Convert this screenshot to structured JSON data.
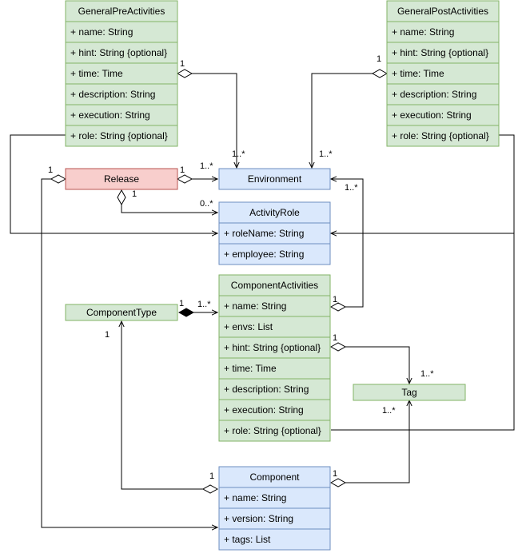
{
  "colors": {
    "green_fill": "#d5e8d4",
    "green_stroke": "#82b366",
    "blue_fill": "#dae8fc",
    "blue_stroke": "#6c8ebf",
    "red_fill": "#f8cecc",
    "red_stroke": "#b85450",
    "line": "#000000"
  },
  "classes": {
    "general_pre_activities": {
      "name": "GeneralPreActivities",
      "attributes": [
        "+ name: String",
        "+ hint: String {optional}",
        "+ time: Time",
        "+ description: String",
        "+ execution: String",
        "+ role: String {optional}"
      ]
    },
    "general_post_activities": {
      "name": "GeneralPostActivities",
      "attributes": [
        "+ name: String",
        "+ hint: String {optional}",
        "+ time: Time",
        "+ description: String",
        "+ execution: String",
        "+ role: String {optional}"
      ]
    },
    "release": {
      "name": "Release",
      "attributes": []
    },
    "environment": {
      "name": "Environment",
      "attributes": []
    },
    "activity_role": {
      "name": "ActivityRole",
      "attributes": [
        "+ roleName: String",
        "+ employee: String"
      ]
    },
    "component_activities": {
      "name": "ComponentActivities",
      "attributes": [
        "+ name: String",
        "+ envs: List",
        "+ hint: String {optional}",
        "+ time: Time",
        "+ description: String",
        "+ execution: String",
        "+ role: String {optional}"
      ]
    },
    "component_type": {
      "name": "ComponentType",
      "attributes": []
    },
    "tag": {
      "name": "Tag",
      "attributes": []
    },
    "component": {
      "name": "Component",
      "attributes": [
        "+ name: String",
        "+ version: String",
        "+ tags: List"
      ]
    }
  },
  "multiplicities": {
    "pre_to_env_src": "1",
    "pre_to_env_dst": "1..*",
    "post_to_env_src": "1",
    "post_to_env_dst": "1..*",
    "release_to_env_src": "1",
    "release_to_env_dst": "1..*",
    "release_left": "1",
    "release_to_role_src": "1",
    "release_to_role_dst": "0..*",
    "compact_to_env_src": "1",
    "compact_to_env_dst": "1..*",
    "comptype_to_compact_src": "1",
    "comptype_to_compact_dst": "1..*",
    "comptype_bottom": "1",
    "compact_to_tag_src": "1",
    "compact_to_tag_dst": "1..*",
    "tag_bottom": "1..*",
    "component_to_comptype": "1",
    "component_to_tag": "1"
  }
}
